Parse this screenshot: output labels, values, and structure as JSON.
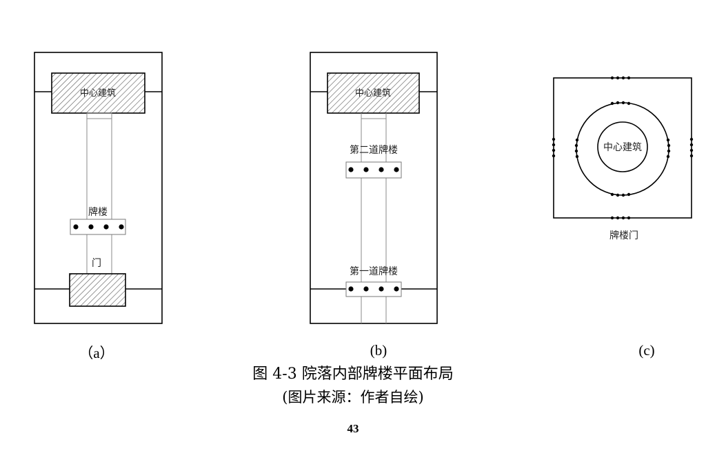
{
  "figure": {
    "a": {
      "label": "（a）",
      "center_building": "中心建筑",
      "paifang": "牌楼",
      "gate": "门"
    },
    "b": {
      "label": "(b)",
      "center_building": "中心建筑",
      "second_paifang": "第二道牌楼",
      "first_paifang": "第一道牌楼"
    },
    "c": {
      "label": "(c)",
      "center_building": "中心建筑",
      "paifang_gate": "牌楼门"
    }
  },
  "caption": {
    "title": "图  4-3 院落内部牌楼平面布局",
    "source": "(图片来源：作者自绘)"
  },
  "page_number": "43"
}
